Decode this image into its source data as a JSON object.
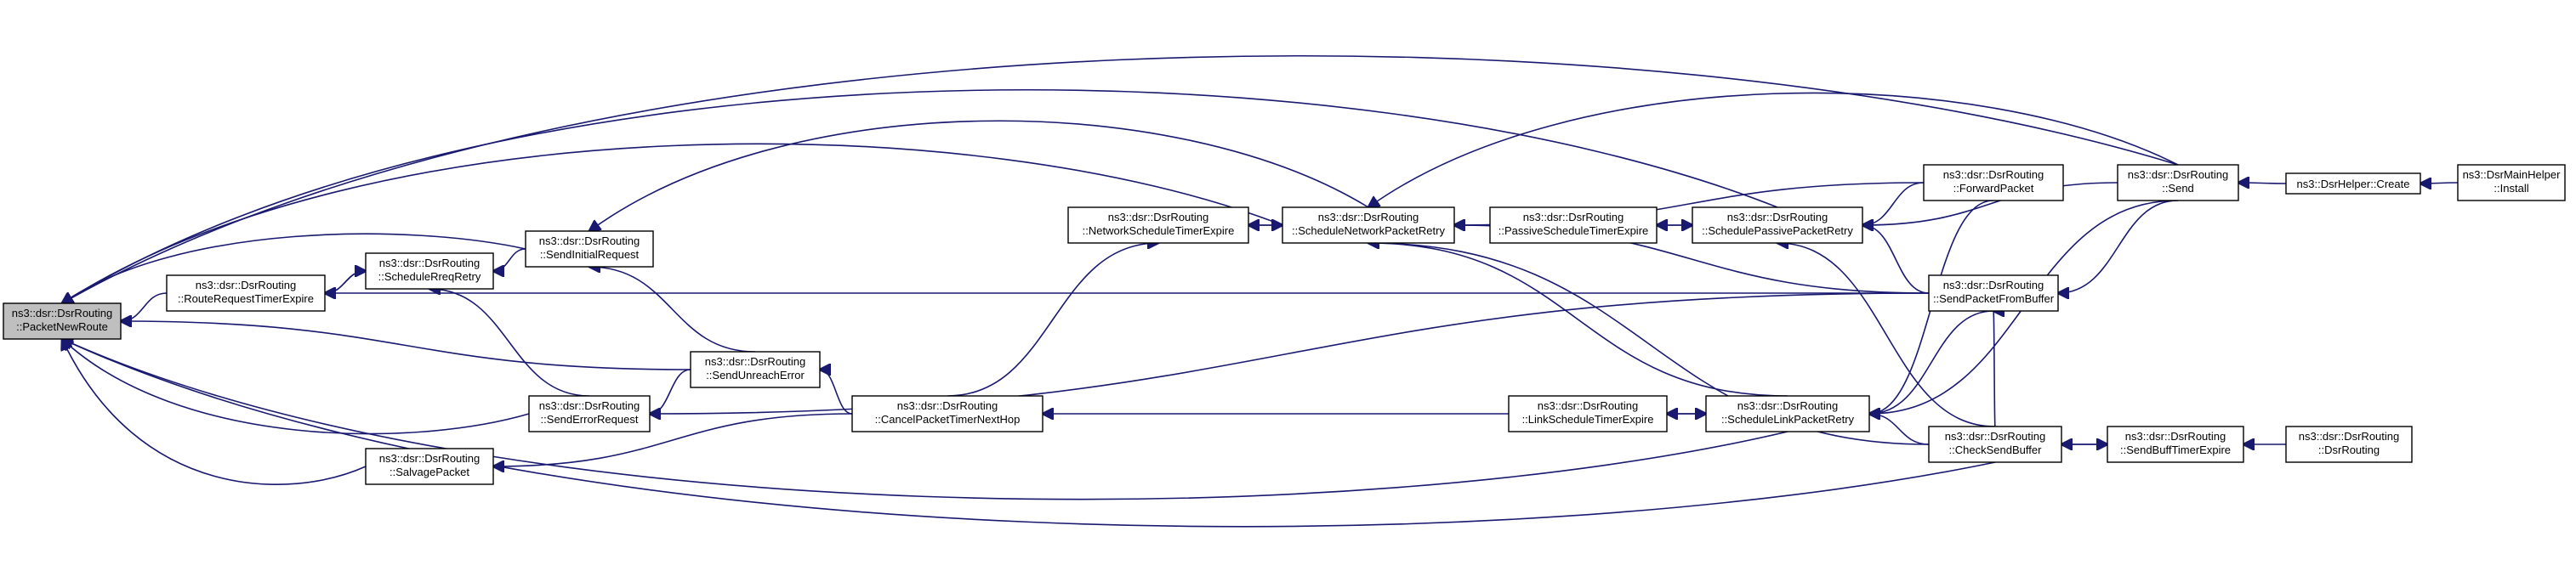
{
  "colors": {
    "edge": "#191970",
    "focus_fill": "#bfbfbf",
    "node_fill": "#ffffff",
    "node_border": "#000000"
  },
  "nodes": {
    "packet_new_route": [
      "ns3::dsr::DsrRouting",
      "::PacketNewRoute"
    ],
    "route_request_timer_expire": [
      "ns3::dsr::DsrRouting",
      "::RouteRequestTimerExpire"
    ],
    "schedule_rreq_retry": [
      "ns3::dsr::DsrRouting",
      "::ScheduleRreqRetry"
    ],
    "send_initial_request": [
      "ns3::dsr::DsrRouting",
      "::SendInitialRequest"
    ],
    "send_error_request": [
      "ns3::dsr::DsrRouting",
      "::SendErrorRequest"
    ],
    "salvage_packet": [
      "ns3::dsr::DsrRouting",
      "::SalvagePacket"
    ],
    "send_unreach_error": [
      "ns3::dsr::DsrRouting",
      "::SendUnreachError"
    ],
    "cancel_packet_timer_next_hop": [
      "ns3::dsr::DsrRouting",
      "::CancelPacketTimerNextHop"
    ],
    "network_schedule_timer_expire": [
      "ns3::dsr::DsrRouting",
      "::NetworkScheduleTimerExpire"
    ],
    "schedule_network_packet_retry": [
      "ns3::dsr::DsrRouting",
      "::ScheduleNetworkPacketRetry"
    ],
    "passive_schedule_timer_expire": [
      "ns3::dsr::DsrRouting",
      "::PassiveScheduleTimerExpire"
    ],
    "schedule_passive_packet_retry": [
      "ns3::dsr::DsrRouting",
      "::SchedulePassivePacketRetry"
    ],
    "link_schedule_timer_expire": [
      "ns3::dsr::DsrRouting",
      "::LinkScheduleTimerExpire"
    ],
    "schedule_link_packet_retry": [
      "ns3::dsr::DsrRouting",
      "::ScheduleLinkPacketRetry"
    ],
    "forward_packet": [
      "ns3::dsr::DsrRouting",
      "::ForwardPacket"
    ],
    "send_packet_from_buffer": [
      "ns3::dsr::DsrRouting",
      "::SendPacketFromBuffer"
    ],
    "check_send_buffer": [
      "ns3::dsr::DsrRouting",
      "::CheckSendBuffer"
    ],
    "send": [
      "ns3::dsr::DsrRouting",
      "::Send"
    ],
    "send_buff_timer_expire": [
      "ns3::dsr::DsrRouting",
      "::SendBuffTimerExpire"
    ],
    "dsr_routing_ctor": [
      "ns3::dsr::DsrRouting",
      "::DsrRouting"
    ],
    "dsr_helper_create": [
      "ns3::DsrHelper::Create"
    ],
    "dsr_main_helper_install": [
      "ns3::DsrMainHelper",
      "::Install"
    ]
  },
  "edges": [
    [
      "route_request_timer_expire",
      "packet_new_route"
    ],
    [
      "schedule_rreq_retry",
      "route_request_timer_expire"
    ],
    [
      "route_request_timer_expire",
      "schedule_rreq_retry"
    ],
    [
      "send_initial_request",
      "schedule_rreq_retry"
    ],
    [
      "send_initial_request",
      "packet_new_route"
    ],
    [
      "send_error_request",
      "schedule_rreq_retry"
    ],
    [
      "send_unreach_error",
      "send_error_request"
    ],
    [
      "send_unreach_error",
      "send_initial_request"
    ],
    [
      "send_unreach_error",
      "packet_new_route"
    ],
    [
      "send_error_request",
      "packet_new_route"
    ],
    [
      "salvage_packet",
      "packet_new_route"
    ],
    [
      "cancel_packet_timer_next_hop",
      "salvage_packet"
    ],
    [
      "cancel_packet_timer_next_hop",
      "send_unreach_error"
    ],
    [
      "cancel_packet_timer_next_hop",
      "network_schedule_timer_expire"
    ],
    [
      "network_schedule_timer_expire",
      "schedule_network_packet_retry"
    ],
    [
      "schedule_network_packet_retry",
      "network_schedule_timer_expire"
    ],
    [
      "schedule_network_packet_retry",
      "packet_new_route"
    ],
    [
      "schedule_network_packet_retry",
      "send_initial_request"
    ],
    [
      "passive_schedule_timer_expire",
      "schedule_network_packet_retry"
    ],
    [
      "passive_schedule_timer_expire",
      "schedule_passive_packet_retry"
    ],
    [
      "schedule_passive_packet_retry",
      "passive_schedule_timer_expire"
    ],
    [
      "schedule_passive_packet_retry",
      "packet_new_route"
    ],
    [
      "link_schedule_timer_expire",
      "cancel_packet_timer_next_hop"
    ],
    [
      "link_schedule_timer_expire",
      "schedule_link_packet_retry"
    ],
    [
      "schedule_link_packet_retry",
      "link_schedule_timer_expire"
    ],
    [
      "schedule_link_packet_retry",
      "packet_new_route"
    ],
    [
      "schedule_link_packet_retry",
      "schedule_network_packet_retry"
    ],
    [
      "forward_packet",
      "schedule_network_packet_retry"
    ],
    [
      "forward_packet",
      "schedule_passive_packet_retry"
    ],
    [
      "forward_packet",
      "schedule_link_packet_retry"
    ],
    [
      "send_packet_from_buffer",
      "schedule_network_packet_retry"
    ],
    [
      "send_packet_from_buffer",
      "schedule_passive_packet_retry"
    ],
    [
      "send_packet_from_buffer",
      "schedule_link_packet_retry"
    ],
    [
      "send_packet_from_buffer",
      "route_request_timer_expire"
    ],
    [
      "send_packet_from_buffer",
      "send_error_request"
    ],
    [
      "check_send_buffer",
      "send_packet_from_buffer"
    ],
    [
      "check_send_buffer",
      "schedule_link_packet_retry"
    ],
    [
      "check_send_buffer",
      "schedule_passive_packet_retry"
    ],
    [
      "check_send_buffer",
      "schedule_network_packet_retry"
    ],
    [
      "check_send_buffer",
      "packet_new_route"
    ],
    [
      "send",
      "schedule_network_packet_retry"
    ],
    [
      "send",
      "schedule_passive_packet_retry"
    ],
    [
      "send",
      "schedule_link_packet_retry"
    ],
    [
      "send",
      "send_packet_from_buffer"
    ],
    [
      "send",
      "packet_new_route"
    ],
    [
      "send_buff_timer_expire",
      "check_send_buffer"
    ],
    [
      "check_send_buffer",
      "send_buff_timer_expire"
    ],
    [
      "dsr_routing_ctor",
      "send_buff_timer_expire"
    ],
    [
      "dsr_helper_create",
      "send"
    ],
    [
      "dsr_main_helper_install",
      "dsr_helper_create"
    ]
  ]
}
